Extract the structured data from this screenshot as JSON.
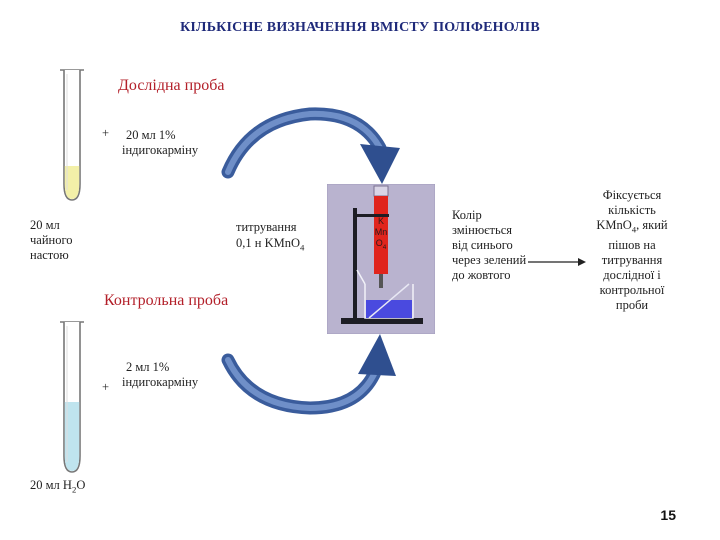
{
  "title": "КІЛЬКІСНЕ ВИЗНАЧЕННЯ ВМІСТУ ПОЛІФЕНОЛІВ",
  "sample": {
    "label": "Дослідна проба",
    "plus": "+",
    "reagent_line1": "20 мл 1%",
    "reagent_line2": "індигокарміну",
    "tea_line1": "20 мл",
    "tea_line2": "чайного",
    "tea_line3": "настою"
  },
  "titration": {
    "line1": "титрування",
    "line2_main": "0,1 н KMnO",
    "line2_sub": "4"
  },
  "burette_label": {
    "l1": "K",
    "l2": "Mn",
    "l3": "O",
    "l3_sub": "4"
  },
  "control": {
    "label": "Контрольна проба",
    "plus": "+",
    "reagent_line1": "2 мл 1%",
    "reagent_line2": "індигокарміну",
    "water_main": "20 мл H",
    "water_sub": "2",
    "water_tail": "O"
  },
  "color_change": [
    "Колір",
    "змінюється",
    "від синього",
    "через зелений",
    "до жовтого"
  ],
  "result": {
    "line1": "Фіксується",
    "line2": "кількість",
    "line3_main": "KMnO",
    "line3_sub": "4",
    "line3_tail": ", який",
    "line4": "пішов на",
    "line5": "титрування",
    "line6": "дослідної і",
    "line7": "контрольної",
    "line8": "проби"
  },
  "page_number": "15",
  "colors": {
    "title": "#1f2a7a",
    "label_red": "#b3202a",
    "tea_liquid": "#f3f0a8",
    "water_liquid": "#bfe4ee",
    "arrow_blue": "#3a5c9c",
    "photo_bg": "#b9b3cf",
    "burette_red": "#e0241c",
    "beaker_blue": "#4a4adf"
  }
}
